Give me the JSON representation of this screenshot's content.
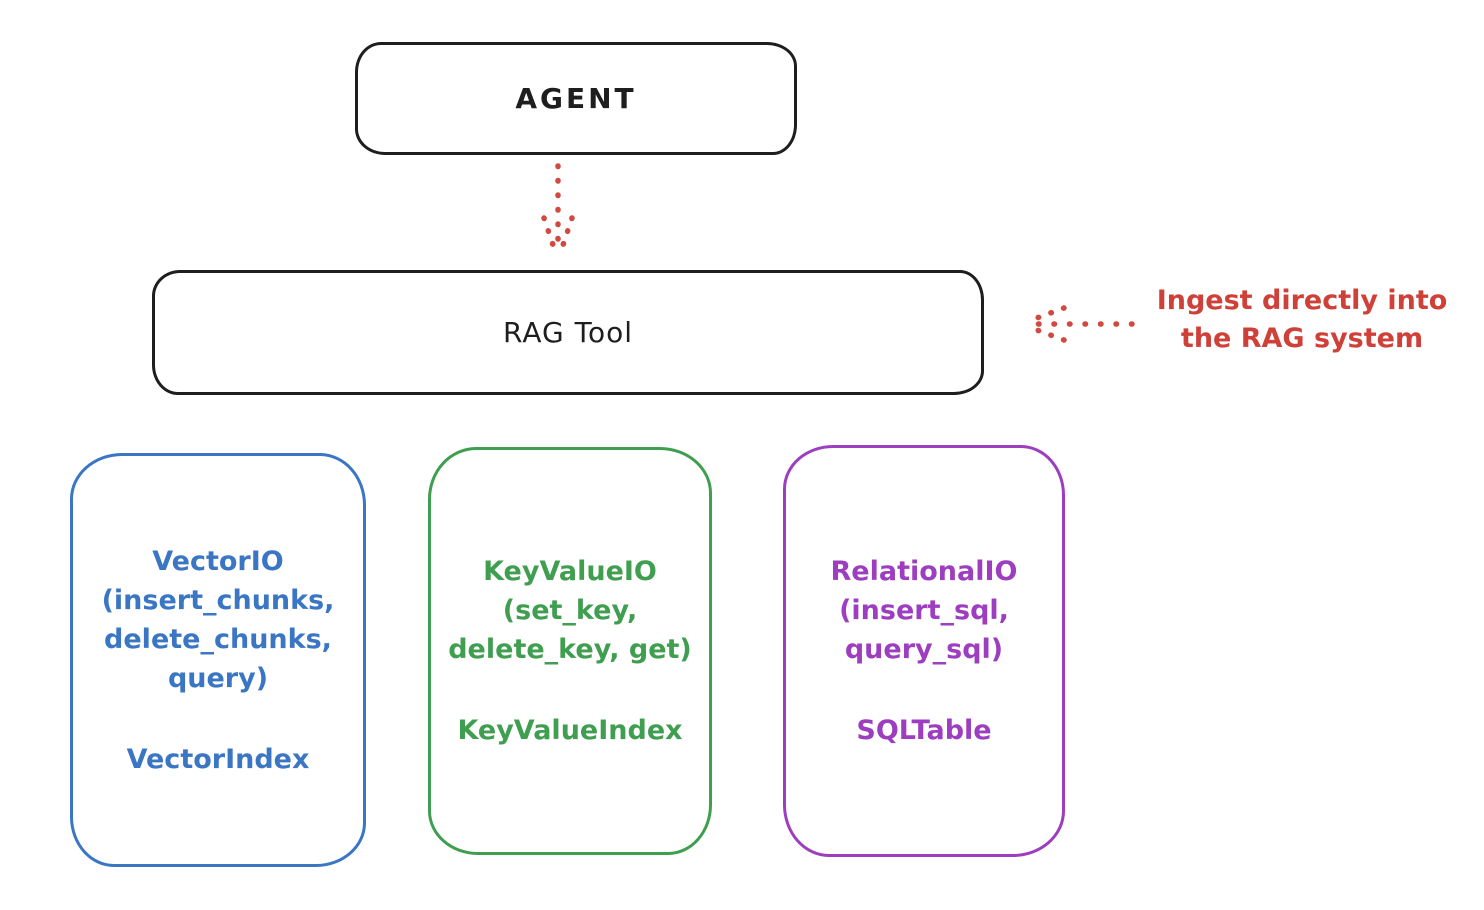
{
  "diagram": {
    "background": "#ffffff",
    "colors": {
      "stroke_black": "#1e1e1e",
      "accent_red": "#cf4038",
      "box_blue": "#3a76c4",
      "box_green": "#3f9e4f",
      "box_purple": "#9d3ec0"
    },
    "agent": {
      "label": "AGENT"
    },
    "rag_tool": {
      "label": "RAG Tool"
    },
    "annotation": {
      "line1": "Ingest directly into",
      "line2": "the RAG system"
    },
    "arrows": [
      {
        "name": "agent-to-rag-tool",
        "style": "dotted",
        "color": "#d2493f",
        "direction": "down"
      },
      {
        "name": "annotation-to-rag-tool",
        "style": "dotted",
        "color": "#d2493f",
        "direction": "left"
      }
    ],
    "boxes": [
      {
        "name": "vector-io",
        "color": "#3a76c4",
        "lines": [
          "VectorIO",
          "(insert_chunks,",
          "delete_chunks,",
          "query)"
        ],
        "footer": "VectorIndex"
      },
      {
        "name": "key-value-io",
        "color": "#3f9e4f",
        "lines": [
          "KeyValueIO",
          "(set_key,",
          "delete_key, get)"
        ],
        "footer": "KeyValueIndex"
      },
      {
        "name": "relational-io",
        "color": "#9d3ec0",
        "lines": [
          "RelationalIO",
          "(insert_sql,",
          "query_sql)"
        ],
        "footer": "SQLTable"
      }
    ]
  }
}
